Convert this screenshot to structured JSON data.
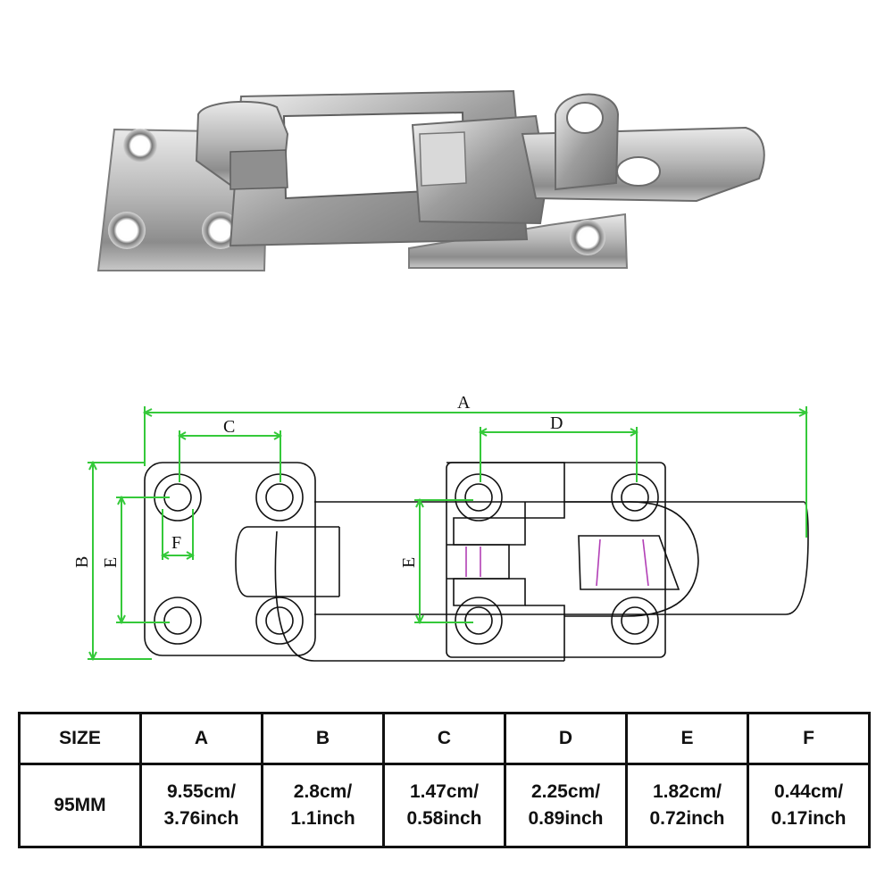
{
  "drawing": {
    "labels": {
      "a": "A",
      "b": "B",
      "c": "C",
      "d": "D",
      "e": "E",
      "f": "F"
    },
    "colors": {
      "dimension": "#35c93a",
      "outline": "#111111",
      "marks": "#b23fb6"
    }
  },
  "table": {
    "header": [
      "SIZE",
      "A",
      "B",
      "C",
      "D",
      "E",
      "F"
    ],
    "row": {
      "size": "95MM",
      "values": [
        {
          "metric": "9.55cm/",
          "imperial": "3.76inch"
        },
        {
          "metric": "2.8cm/",
          "imperial": "1.1inch"
        },
        {
          "metric": "1.47cm/",
          "imperial": "0.58inch"
        },
        {
          "metric": "2.25cm/",
          "imperial": "0.89inch"
        },
        {
          "metric": "1.82cm/",
          "imperial": "0.72inch"
        },
        {
          "metric": "0.44cm/",
          "imperial": "0.17inch"
        }
      ]
    }
  }
}
